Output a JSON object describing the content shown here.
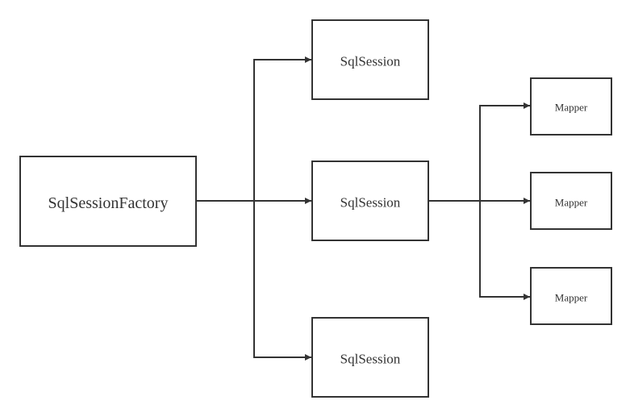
{
  "diagram": {
    "line_color": "#333333",
    "background": "#ffffff",
    "nodes": {
      "factory": {
        "label": "SqlSessionFactory"
      },
      "session_top": {
        "label": "SqlSession"
      },
      "session_mid": {
        "label": "SqlSession"
      },
      "session_bottom": {
        "label": "SqlSession"
      },
      "mapper_top": {
        "label": "Mapper"
      },
      "mapper_mid": {
        "label": "Mapper"
      },
      "mapper_bottom": {
        "label": "Mapper"
      }
    },
    "edges": [
      {
        "from": "factory",
        "to": "session_top"
      },
      {
        "from": "factory",
        "to": "session_mid"
      },
      {
        "from": "factory",
        "to": "session_bottom"
      },
      {
        "from": "session_mid",
        "to": "mapper_top"
      },
      {
        "from": "session_mid",
        "to": "mapper_mid"
      },
      {
        "from": "session_mid",
        "to": "mapper_bottom"
      }
    ]
  }
}
